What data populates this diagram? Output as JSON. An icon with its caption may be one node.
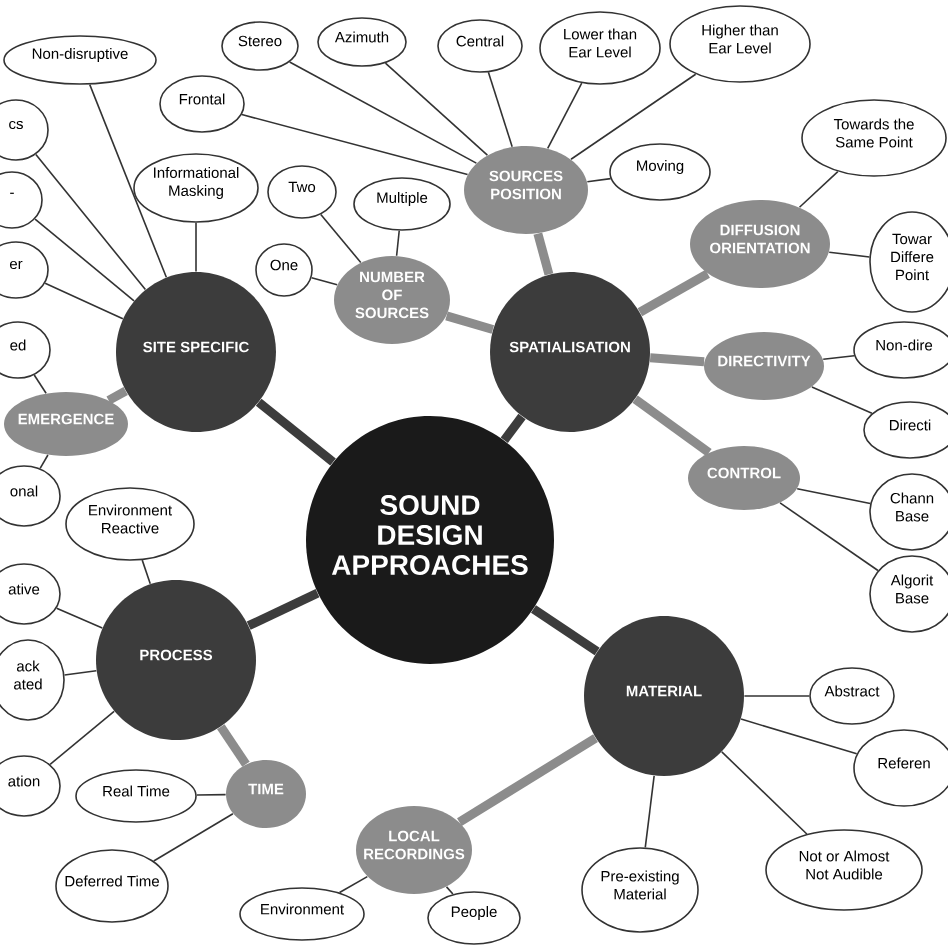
{
  "diagram": {
    "nodes": [
      {
        "text": [
          "SOUND DESIGN APPROACHES"
        ]
      },
      {
        "text": [
          "SITE SPECIFIC"
        ]
      },
      {
        "text": [
          "SPATIALISATION"
        ]
      },
      {
        "text": [
          "PROCESS"
        ]
      },
      {
        "text": [
          "MATERIAL"
        ]
      },
      {
        "text": [
          "NUMBER OF SOURCES"
        ]
      },
      {
        "text": [
          "SOURCES POSITION"
        ]
      },
      {
        "text": [
          "DIFFUSION ORIENTATION"
        ]
      },
      {
        "text": [
          "DIRECTIVITY"
        ]
      },
      {
        "text": [
          "CONTROL"
        ]
      },
      {
        "text": [
          "EMERGENCE"
        ]
      },
      {
        "text": [
          "TIME"
        ]
      },
      {
        "text": [
          "LOCAL RECORDINGS"
        ]
      },
      {
        "text": [
          "Non-disruptive"
        ]
      },
      {
        "text": [
          "cs"
        ]
      },
      {
        "text": [
          "-"
        ]
      },
      {
        "text": [
          "er"
        ]
      },
      {
        "text": [
          "Informational Masking"
        ]
      },
      {
        "text": [
          "Stereo"
        ]
      },
      {
        "text": [
          "Azimuth"
        ]
      },
      {
        "text": [
          "Central"
        ]
      },
      {
        "text": [
          "Lower than Ear Level"
        ]
      },
      {
        "text": [
          "Higher than Ear Level"
        ]
      },
      {
        "text": [
          "Frontal"
        ]
      },
      {
        "text": [
          "Moving"
        ]
      },
      {
        "text": [
          "Two"
        ]
      },
      {
        "text": [
          "Multiple"
        ]
      },
      {
        "text": [
          "One"
        ]
      },
      {
        "text": [
          "Towards the Same Point"
        ]
      },
      {
        "text": [
          "Towar Differe Point"
        ]
      },
      {
        "text": [
          "Non-dire"
        ]
      },
      {
        "text": [
          "Directi"
        ]
      },
      {
        "text": [
          "Chann Base"
        ]
      },
      {
        "text": [
          "Algorit Base"
        ]
      },
      {
        "text": [
          "Abstract"
        ]
      },
      {
        "text": [
          "Referen"
        ]
      },
      {
        "text": [
          "Not or Almost Not Audible"
        ]
      },
      {
        "text": [
          "Pre-existing Material"
        ]
      },
      {
        "text": [
          "Environment"
        ]
      },
      {
        "text": [
          "People"
        ]
      },
      {
        "text": [
          "Real Time"
        ]
      },
      {
        "text": [
          "Deferred Time"
        ]
      },
      {
        "text": [
          "Environment Reactive"
        ]
      },
      {
        "text": [
          "ative"
        ]
      },
      {
        "text": [
          "ack ated"
        ]
      },
      {
        "text": [
          "ation"
        ]
      },
      {
        "text": [
          "ed"
        ]
      },
      {
        "text": [
          "onal"
        ]
      }
    ],
    "edges": [
      {
        "from": 0,
        "to": 1,
        "arrow": "none",
        "style": "thick",
        "color": "#3c3c3c"
      },
      {
        "from": 0,
        "to": 2,
        "arrow": "none",
        "style": "thick",
        "color": "#3c3c3c"
      },
      {
        "from": 0,
        "to": 3,
        "arrow": "none",
        "style": "thick",
        "color": "#3c3c3c"
      },
      {
        "from": 0,
        "to": 4,
        "arrow": "none",
        "style": "thick",
        "color": "#3c3c3c"
      },
      {
        "from": 1,
        "to": 10,
        "arrow": "none",
        "style": "thick",
        "color": "#8c8c8c"
      },
      {
        "from": 2,
        "to": 5,
        "arrow": "none",
        "style": "thick",
        "color": "#8c8c8c"
      },
      {
        "from": 2,
        "to": 6,
        "arrow": "none",
        "style": "thick",
        "color": "#8c8c8c"
      },
      {
        "from": 2,
        "to": 7,
        "arrow": "none",
        "style": "thick",
        "color": "#8c8c8c"
      },
      {
        "from": 2,
        "to": 8,
        "arrow": "none",
        "style": "thick",
        "color": "#8c8c8c"
      },
      {
        "from": 2,
        "to": 9,
        "arrow": "none",
        "style": "thick",
        "color": "#8c8c8c"
      },
      {
        "from": 3,
        "to": 11,
        "arrow": "none",
        "style": "thick",
        "color": "#8c8c8c"
      },
      {
        "from": 4,
        "to": 12,
        "arrow": "none",
        "style": "thick",
        "color": "#8c8c8c"
      },
      {
        "from": 1,
        "to": 13,
        "arrow": "none"
      },
      {
        "from": 1,
        "to": 14,
        "arrow": "none"
      },
      {
        "from": 1,
        "to": 15,
        "arrow": "none"
      },
      {
        "from": 1,
        "to": 16,
        "arrow": "none"
      },
      {
        "from": 1,
        "to": 17,
        "arrow": "none"
      },
      {
        "from": 6,
        "to": 18,
        "arrow": "none"
      },
      {
        "from": 6,
        "to": 19,
        "arrow": "none"
      },
      {
        "from": 6,
        "to": 20,
        "arrow": "none"
      },
      {
        "from": 6,
        "to": 21,
        "arrow": "none"
      },
      {
        "from": 6,
        "to": 22,
        "arrow": "none"
      },
      {
        "from": 6,
        "to": 23,
        "arrow": "none"
      },
      {
        "from": 6,
        "to": 24,
        "arrow": "none"
      },
      {
        "from": 5,
        "to": 25,
        "arrow": "none"
      },
      {
        "from": 5,
        "to": 26,
        "arrow": "none"
      },
      {
        "from": 5,
        "to": 27,
        "arrow": "none"
      },
      {
        "from": 7,
        "to": 28,
        "arrow": "none"
      },
      {
        "from": 7,
        "to": 29,
        "arrow": "none"
      },
      {
        "from": 8,
        "to": 30,
        "arrow": "none"
      },
      {
        "from": 8,
        "to": 31,
        "arrow": "none"
      },
      {
        "from": 9,
        "to": 32,
        "arrow": "none"
      },
      {
        "from": 9,
        "to": 33,
        "arrow": "none"
      },
      {
        "from": 4,
        "to": 34,
        "arrow": "none"
      },
      {
        "from": 4,
        "to": 35,
        "arrow": "none"
      },
      {
        "from": 4,
        "to": 36,
        "arrow": "none"
      },
      {
        "from": 4,
        "to": 37,
        "arrow": "none"
      },
      {
        "from": 12,
        "to": 38,
        "arrow": "none"
      },
      {
        "from": 12,
        "to": 39,
        "arrow": "none"
      },
      {
        "from": 11,
        "to": 40,
        "arrow": "none"
      },
      {
        "from": 11,
        "to": 41,
        "arrow": "none"
      },
      {
        "from": 3,
        "to": 42,
        "arrow": "none"
      },
      {
        "from": 3,
        "to": 43,
        "arrow": "none"
      },
      {
        "from": 3,
        "to": 44,
        "arrow": "none"
      },
      {
        "from": 3,
        "to": 45,
        "arrow": "none"
      },
      {
        "from": 10,
        "to": 46,
        "arrow": "none"
      },
      {
        "from": 10,
        "to": 47,
        "arrow": "none"
      }
    ]
  }
}
